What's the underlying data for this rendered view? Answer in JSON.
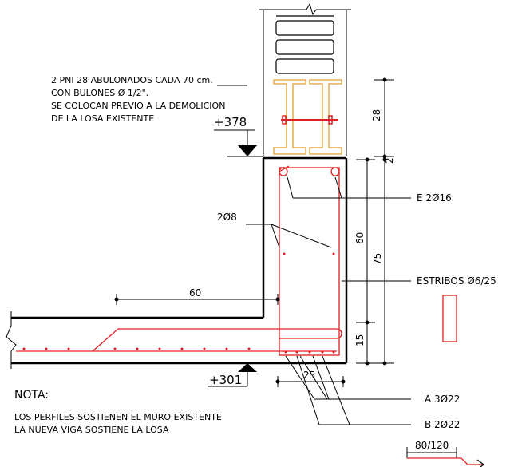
{
  "colors": {
    "concrete": "#000000",
    "rebar": "#e02020",
    "steel_profile": "#e0a030",
    "background": "#ffffff"
  },
  "notes": {
    "profile_lines": [
      "2 PNI 28 ABULONADOS CADA 70 cm.",
      "CON BULONES Ø 1/2\".",
      "SE COLOCAN PREVIO A LA DEMOLICION",
      "DE LA LOSA EXISTENTE"
    ],
    "title": "NOTA:",
    "lines": [
      "LOS PERFILES SOSTIENEN EL MURO EXISTENTE",
      "LA NUEVA VIGA SOSTIENE LA LOSA"
    ]
  },
  "levels": {
    "top": "+378",
    "bottom": "+301"
  },
  "dimensions": {
    "profile_height": "28",
    "gap": "2",
    "beam_height_inner": "60",
    "beam_height_total": "75",
    "slab": "15",
    "slab_span": "60",
    "beam_width": "25",
    "section_size": "80/120"
  },
  "rebar_labels": {
    "top": "E 2Ø16",
    "side": "2Ø8",
    "stirrups": "ESTRIBOS Ø6/25",
    "bottom_a": "A 3Ø22",
    "bottom_b": "B 2Ø22"
  }
}
